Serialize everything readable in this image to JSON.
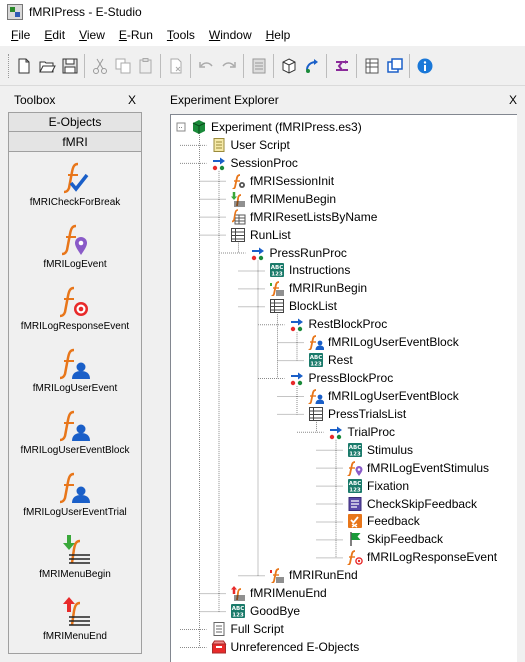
{
  "window": {
    "title": "fMRIPress - E-Studio"
  },
  "menu": [
    "File",
    "Edit",
    "View",
    "E-Run",
    "Tools",
    "Window",
    "Help"
  ],
  "toolbar": {
    "icons": [
      "new-icon",
      "open-icon",
      "save-icon",
      "cut-icon",
      "copy-icon",
      "paste-icon",
      "delete-icon",
      "undo-icon",
      "redo-icon",
      "properties-icon",
      "generate-icon",
      "run-icon",
      "debug-icon",
      "grid-icon",
      "window-icon",
      "info-icon"
    ]
  },
  "toolbox": {
    "title": "Toolbox",
    "close": "X",
    "tabs": [
      "E-Objects",
      "fMRI"
    ],
    "items": [
      {
        "label": "fMRICheckForBreak",
        "icon": "check-for-break-icon"
      },
      {
        "label": "fMRILogEvent",
        "icon": "log-event-icon"
      },
      {
        "label": "fMRILogResponseEvent",
        "icon": "log-response-event-icon"
      },
      {
        "label": "fMRILogUserEvent",
        "icon": "log-user-event-icon"
      },
      {
        "label": "fMRILogUserEventBlock",
        "icon": "log-user-event-block-icon"
      },
      {
        "label": "fMRILogUserEventTrial",
        "icon": "log-user-event-trial-icon"
      },
      {
        "label": "fMRIMenuBegin",
        "icon": "menu-begin-icon"
      },
      {
        "label": "fMRIMenuEnd",
        "icon": "menu-end-icon"
      }
    ]
  },
  "explorer": {
    "title": "Experiment Explorer",
    "close": "X",
    "nodes": [
      {
        "label": "Experiment (fMRIPress.es3)",
        "icon": "experiment-icon",
        "level": 0
      },
      {
        "label": "User Script",
        "icon": "user-script-icon",
        "level": 1
      },
      {
        "label": "SessionProc",
        "icon": "procedure-icon",
        "level": 1
      },
      {
        "label": "fMRISessionInit",
        "icon": "fmri-session-init-icon",
        "level": 2
      },
      {
        "label": "fMRIMenuBegin",
        "icon": "fmri-menu-begin-icon",
        "level": 2
      },
      {
        "label": "fMRIResetListsByName",
        "icon": "fmri-reset-lists-icon",
        "level": 2
      },
      {
        "label": "RunList",
        "icon": "list-icon",
        "level": 2
      },
      {
        "label": "PressRunProc",
        "icon": "procedure-icon",
        "level": 3
      },
      {
        "label": "Instructions",
        "icon": "text-display-icon",
        "level": 4
      },
      {
        "label": "fMRIRunBegin",
        "icon": "fmri-run-begin-icon",
        "level": 4
      },
      {
        "label": "BlockList",
        "icon": "list-icon",
        "level": 4
      },
      {
        "label": "RestBlockProc",
        "icon": "procedure-icon",
        "level": 5
      },
      {
        "label": "fMRILogUserEventBlock",
        "icon": "fmri-log-user-event-block-icon",
        "level": 6
      },
      {
        "label": "Rest",
        "icon": "text-display-icon",
        "level": 6
      },
      {
        "label": "PressBlockProc",
        "icon": "procedure-icon",
        "level": 5
      },
      {
        "label": "fMRILogUserEventBlock",
        "icon": "fmri-log-user-event-block-icon",
        "level": 6
      },
      {
        "label": "PressTrialsList",
        "icon": "list-icon",
        "level": 6
      },
      {
        "label": "TrialProc",
        "icon": "procedure-icon",
        "level": 7
      },
      {
        "label": "Stimulus",
        "icon": "text-display-icon",
        "level": 8
      },
      {
        "label": "fMRILogEventStimulus",
        "icon": "fmri-log-event-icon",
        "level": 8
      },
      {
        "label": "Fixation",
        "icon": "text-display-icon",
        "level": 8
      },
      {
        "label": "CheckSkipFeedback",
        "icon": "inline-script-icon",
        "level": 8
      },
      {
        "label": "Feedback",
        "icon": "feedback-icon",
        "level": 8
      },
      {
        "label": "SkipFeedback",
        "icon": "label-flag-icon",
        "level": 8
      },
      {
        "label": "fMRILogResponseEvent",
        "icon": "fmri-log-response-event-icon",
        "level": 8
      },
      {
        "label": "fMRIRunEnd",
        "icon": "fmri-run-end-icon",
        "level": 4
      },
      {
        "label": "fMRIMenuEnd",
        "icon": "fmri-menu-end-icon",
        "level": 2
      },
      {
        "label": "GoodBye",
        "icon": "text-display-icon",
        "level": 2
      },
      {
        "label": "Full Script",
        "icon": "full-script-icon",
        "level": 1
      },
      {
        "label": "Unreferenced E-Objects",
        "icon": "unreferenced-icon",
        "level": 1
      }
    ]
  },
  "colors": {
    "window_bg": "#f0f0f0",
    "accent_blue": "#1a5fc8",
    "fmri_orange": "#e8761a",
    "list_green": "#1a7a3a"
  }
}
